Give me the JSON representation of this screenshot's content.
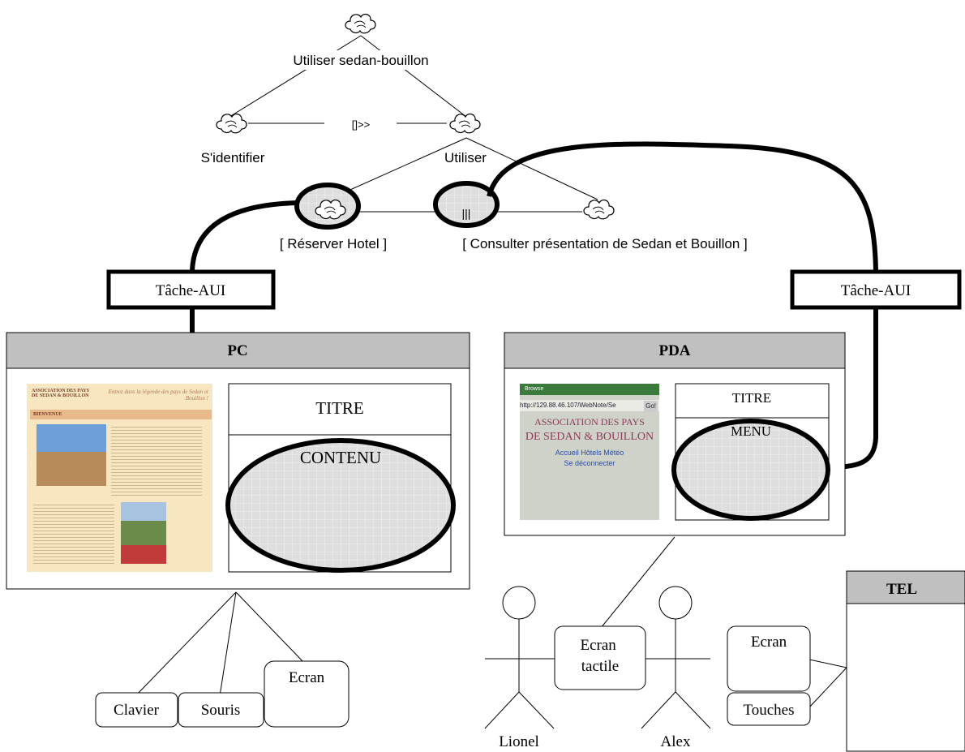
{
  "task_tree": {
    "root": "Utiliser sedan-bouillon",
    "identify": "S'identifier",
    "use": "Utiliser",
    "op_enable": "[]>>",
    "op_parallel": "|||",
    "reserve": "[ Réserver Hotel ]",
    "consult": "[ Consulter présentation de Sedan et Bouillon ]"
  },
  "mapping": {
    "left": "Tâche-AUI",
    "right": "Tâche-AUI"
  },
  "pc": {
    "header": "PC",
    "title": "TITRE",
    "content": "CONTENU",
    "screenshot": {
      "assoc": "ASSOCIATION DES PAYS DE SEDAN & BOUILLON",
      "slogan": "Entrez dans la légende des pays de Sedan et Bouillon !",
      "section": "BIENVENUE"
    },
    "devices": {
      "keyboard": "Clavier",
      "mouse": "Souris",
      "screen": "Ecran"
    }
  },
  "pda": {
    "header": "PDA",
    "title": "TITRE",
    "menu": "MENU",
    "screenshot": {
      "appbar": "Browse",
      "address": "http://129.88.46.107/WebNote/Se",
      "go": "Go!",
      "line1": "ASSOCIATION DES PAYS",
      "line2": "DE SEDAN & BOUILLON",
      "links": "Accueil   Hôtels   Météo",
      "logout": "Se déconnecter"
    },
    "device": {
      "screen": "Ecran tactile"
    }
  },
  "tel": {
    "header": "TEL",
    "screen": "Ecran",
    "keys": "Touches"
  },
  "users": {
    "left": "Lionel",
    "right": "Alex"
  },
  "colors": {
    "header_fill": "#c0c0c0",
    "highlight_fill": "#d8d8d8",
    "grid": "#eeeeee"
  }
}
